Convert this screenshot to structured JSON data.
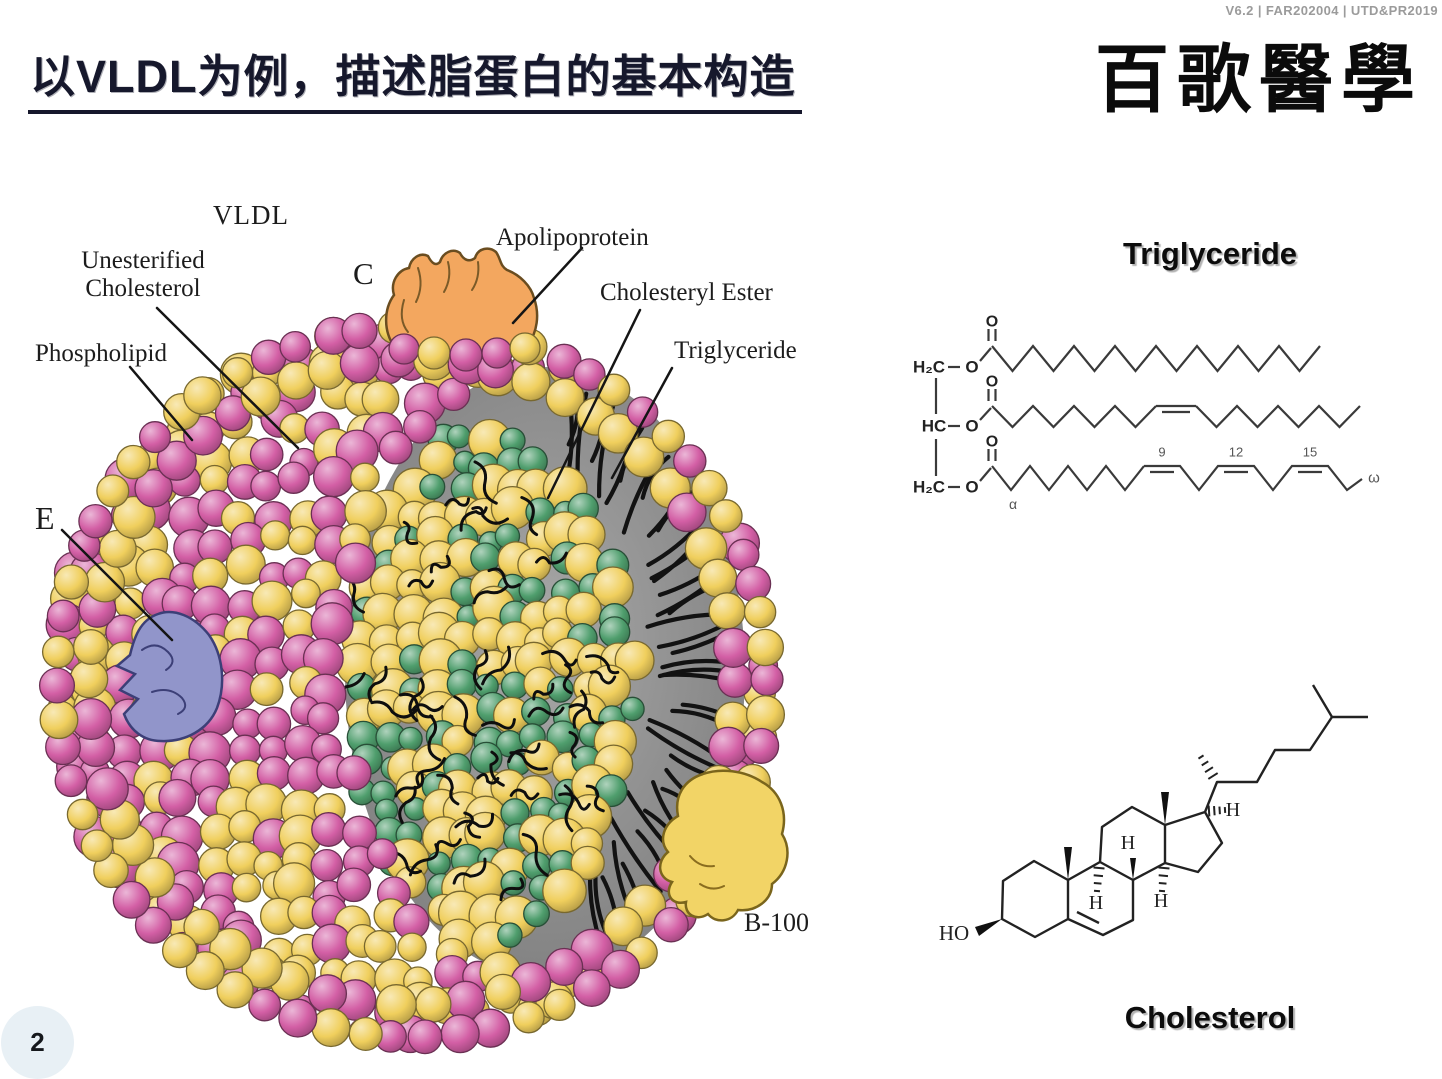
{
  "corner": {
    "version_tag": "V6.2 | FAR202004 | UTD&PR2019"
  },
  "header": {
    "title": "以VLDL为例，描述脂蛋白的基本构造",
    "logo": "百歌醫學"
  },
  "vldl_diagram": {
    "labels": {
      "vldl": "VLDL",
      "unesterified_line1": "Unesterified",
      "unesterified_line2": "Cholesterol",
      "phospholipid": "Phospholipid",
      "apo_c": "C",
      "apolipoprotein": "Apolipoprotein",
      "cholesteryl_ester": "Cholesteryl Ester",
      "triglyceride": "Triglyceride",
      "apo_e": "E",
      "apo_b100": "B-100"
    },
    "colors": {
      "phospholipid_head_pink": "#d35fa5",
      "surface_cholesterol_yellow": "#f0cf5d",
      "core_cholesteryl_ester_green": "#4f9e6d",
      "interior_grey_light": "#a8a8a8",
      "interior_grey_dark": "#757575",
      "apolipoprotein_orange": "#f3a75f",
      "apo_e_purple": "#9195ca",
      "apo_b100_yellow": "#f2d466"
    }
  },
  "triglyceride_figure": {
    "title": "Triglyceride",
    "glycerol_carbons": [
      "H₂C",
      "HC",
      "H₂C"
    ],
    "oxygen": "O",
    "double_bond_positions": [
      "9",
      "12",
      "15"
    ],
    "alpha": "α",
    "omega": "ω"
  },
  "cholesterol_figure": {
    "title": "Cholesterol",
    "hydroxyl": "HO",
    "hydrogen": "H"
  },
  "footer": {
    "page_number": "2"
  }
}
